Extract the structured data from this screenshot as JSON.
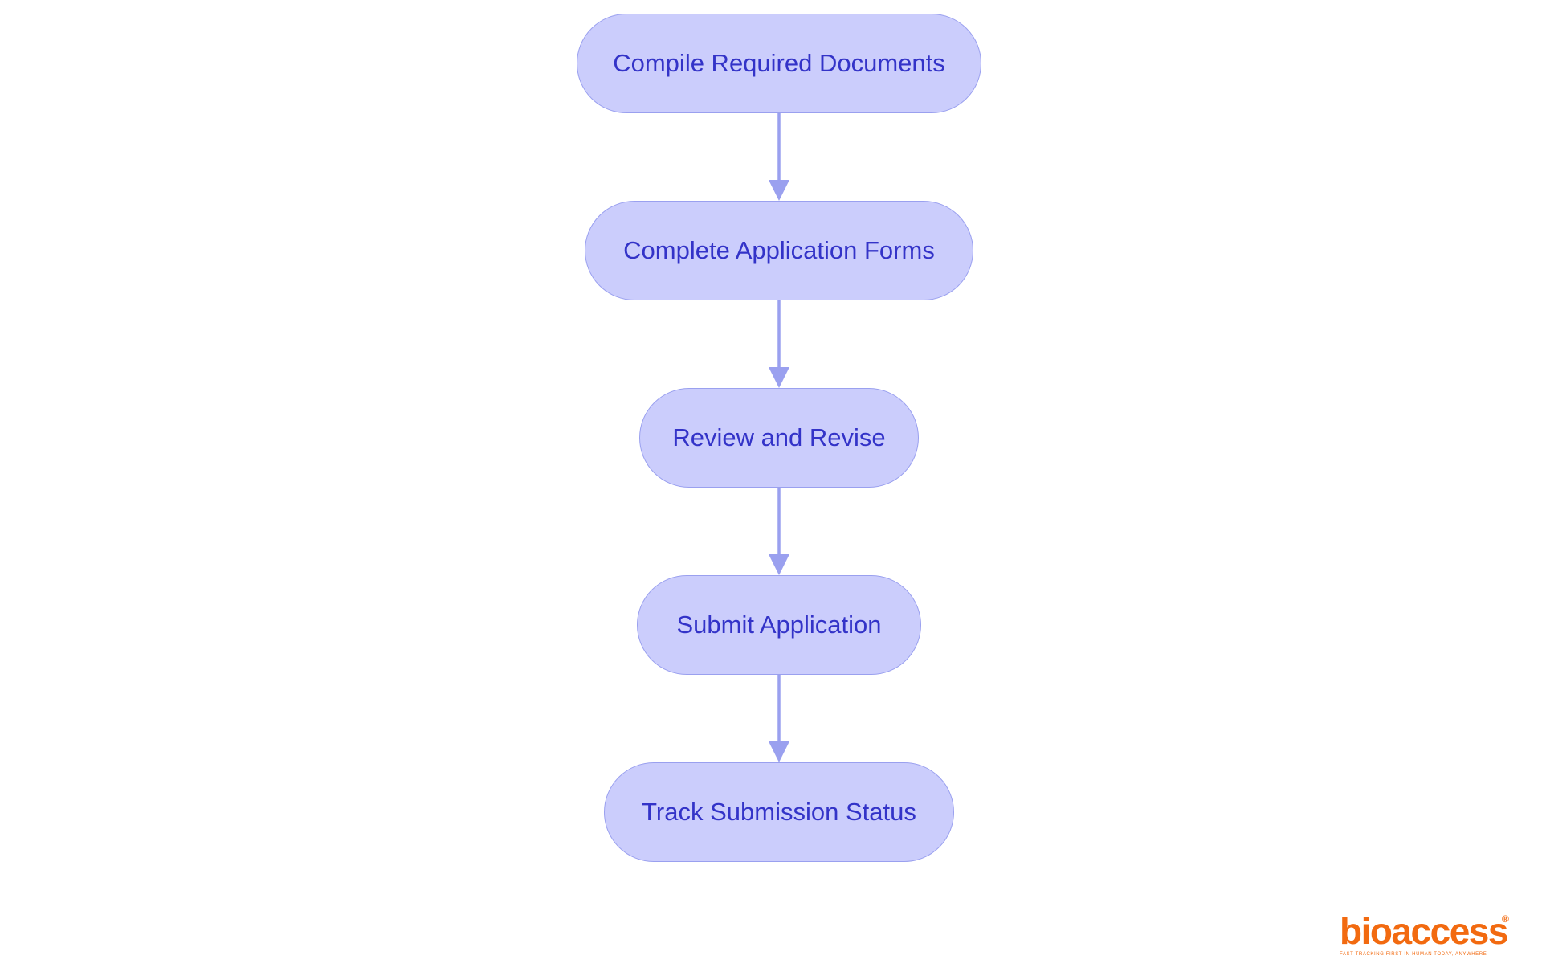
{
  "diagram": {
    "steps": [
      {
        "label": "Compile Required Documents"
      },
      {
        "label": "Complete Application Forms"
      },
      {
        "label": "Review and Revise"
      },
      {
        "label": "Submit Application"
      },
      {
        "label": "Track Submission Status"
      }
    ],
    "connections": [
      {
        "from": 0,
        "to": 1
      },
      {
        "from": 1,
        "to": 2
      },
      {
        "from": 2,
        "to": 3
      },
      {
        "from": 3,
        "to": 4
      }
    ]
  },
  "colors": {
    "node_fill": "#cbcdfc",
    "node_border": "#9aa0ef",
    "node_text": "#3333c8",
    "arrow": "#9aa0ef",
    "logo": "#f26a10"
  },
  "logo": {
    "wordmark": "bioaccess",
    "registered_mark": "®",
    "tagline": "FAST-TRACKING FIRST-IN-HUMAN TODAY, ANYWHERE",
    "icon": "bioaccess-logo"
  }
}
